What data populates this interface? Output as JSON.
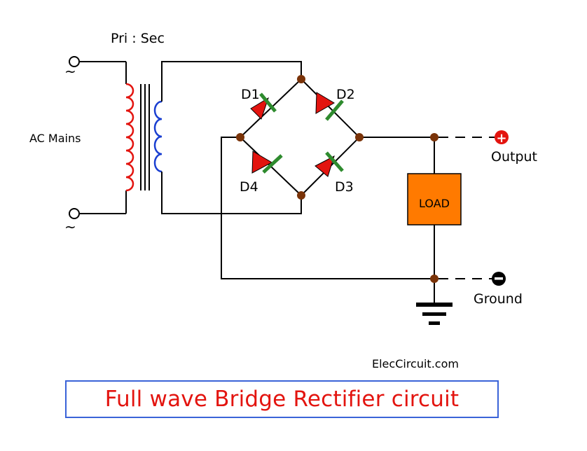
{
  "labels": {
    "transformer_ratio": "Pri : Sec",
    "ac_mains": "AC Mains",
    "d1": "D1",
    "d2": "D2",
    "d3": "D3",
    "d4": "D4",
    "load": "LOAD",
    "output": "Output",
    "ground": "Ground",
    "credit": "ElecCircuit.com",
    "title": "Full wave Bridge Rectifier circuit"
  },
  "symbols": {
    "ac": "~",
    "plus": "+",
    "minus": "−"
  },
  "colors": {
    "wire": "#000000",
    "primary_coil": "#e3140f",
    "secondary_coil": "#1a3fd1",
    "diode_body": "#e3140f",
    "diode_bar": "#2e8b2e",
    "node": "#7a3308",
    "load_fill": "#ff7a00",
    "output_terminal": "#e3140f",
    "ground_terminal": "#000000",
    "title_border": "#3a63d8",
    "title_text": "#e3140f"
  }
}
